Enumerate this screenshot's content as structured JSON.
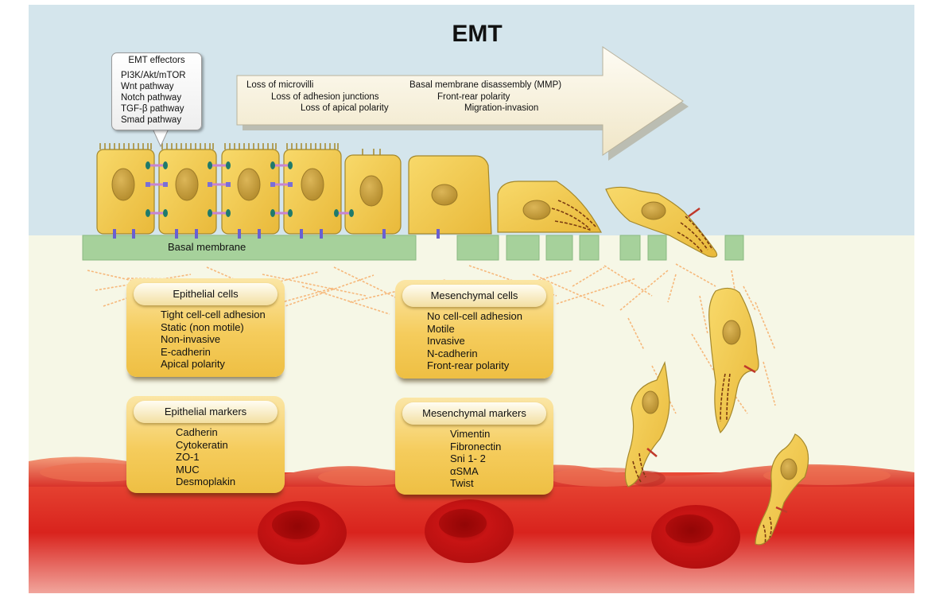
{
  "title": "EMT",
  "effectors": {
    "title": "EMT effectors",
    "items": [
      "PI3K/Akt/mTOR",
      "Wnt pathway",
      "Notch pathway",
      "TGF-β pathway",
      "Smad pathway"
    ]
  },
  "arrow_texts": {
    "loss_microvilli": "Loss of microvilli",
    "loss_adhesion": "Loss of adhesion junctions",
    "loss_polarity": "Loss of apical polarity",
    "bm_disassembly": "Basal membrane disassembly (MMP)",
    "front_rear": "Front-rear polarity",
    "migration": "Migration-invasion"
  },
  "basal_membrane_label": "Basal membrane",
  "epithelial_cells": {
    "title": "Epithelial cells",
    "items": [
      "Tight cell-cell adhesion",
      "Static (non motile)",
      "Non-invasive",
      "E-cadherin",
      "Apical polarity"
    ]
  },
  "mesenchymal_cells": {
    "title": "Mesenchymal cells",
    "items": [
      "No cell-cell adhesion",
      "Motile",
      "Invasive",
      "N-cadherin",
      "Front-rear polarity"
    ]
  },
  "epithelial_markers": {
    "title": "Epithelial markers",
    "items": [
      "Cadherin",
      "Cytokeratin",
      "ZO-1",
      "MUC",
      "Desmoplakin"
    ]
  },
  "mesenchymal_markers": {
    "title": "Mesenchymal markers",
    "items": [
      "Vimentin",
      "Fibronectin",
      "Sni 1- 2",
      "αSMA",
      "Twist"
    ]
  },
  "colors": {
    "sky": "#d4e5ec",
    "stroma": "#f6f7e6",
    "basal_membrane": "#a6d19b",
    "cell_fill": "#f2c744",
    "cell_stroke": "#a4882b",
    "nucleus": "#c9a13b",
    "blood": "#d82c24",
    "red_cell": "#b70f10",
    "fiber": "#f6b87b"
  }
}
